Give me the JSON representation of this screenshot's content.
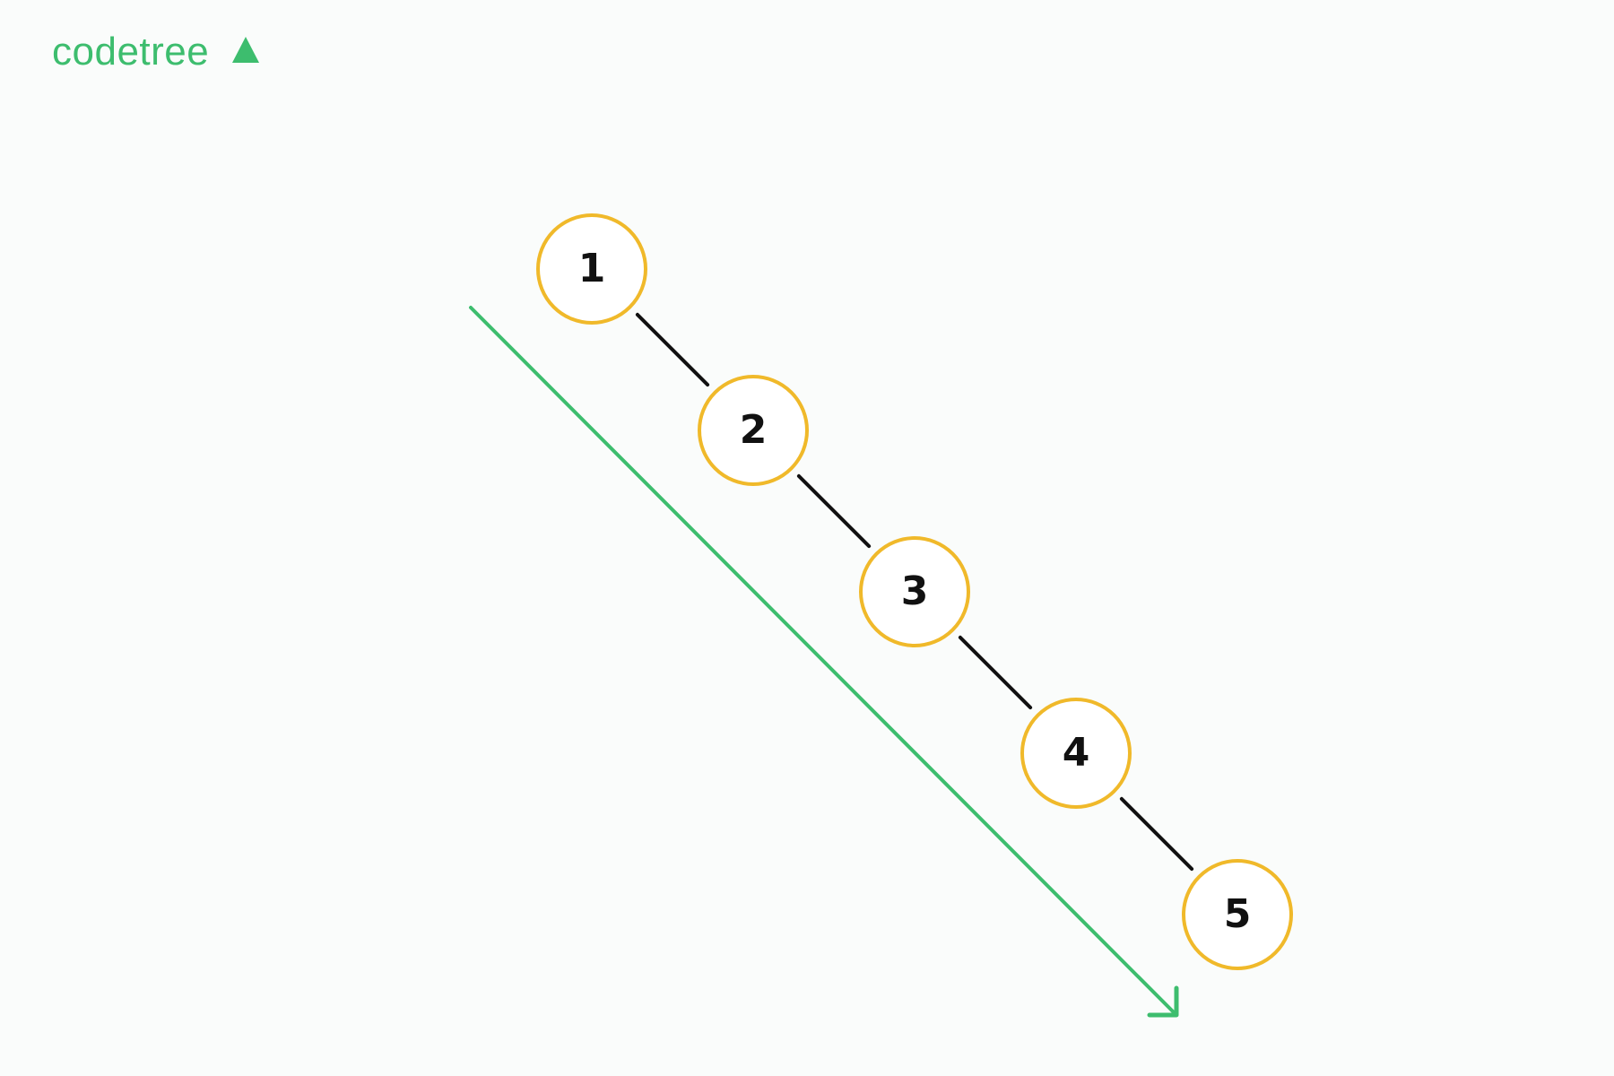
{
  "brand": {
    "name": "codetree",
    "logo_icon": "triangle-icon",
    "color": "#3dbd6e"
  },
  "diagram": {
    "type": "skewed-binary-tree",
    "nodes": [
      {
        "label": "1"
      },
      {
        "label": "2"
      },
      {
        "label": "3"
      },
      {
        "label": "4"
      },
      {
        "label": "5"
      }
    ],
    "edges": [
      {
        "from": "1",
        "to": "2"
      },
      {
        "from": "2",
        "to": "3"
      },
      {
        "from": "3",
        "to": "4"
      },
      {
        "from": "4",
        "to": "5"
      }
    ],
    "node_stroke_color": "#f0b92a",
    "node_fill_color": "#ffffff",
    "edge_color": "#111111",
    "label_color": "#111111",
    "arrow_color": "#3dbd6e",
    "arrow_direction": "down-right"
  }
}
